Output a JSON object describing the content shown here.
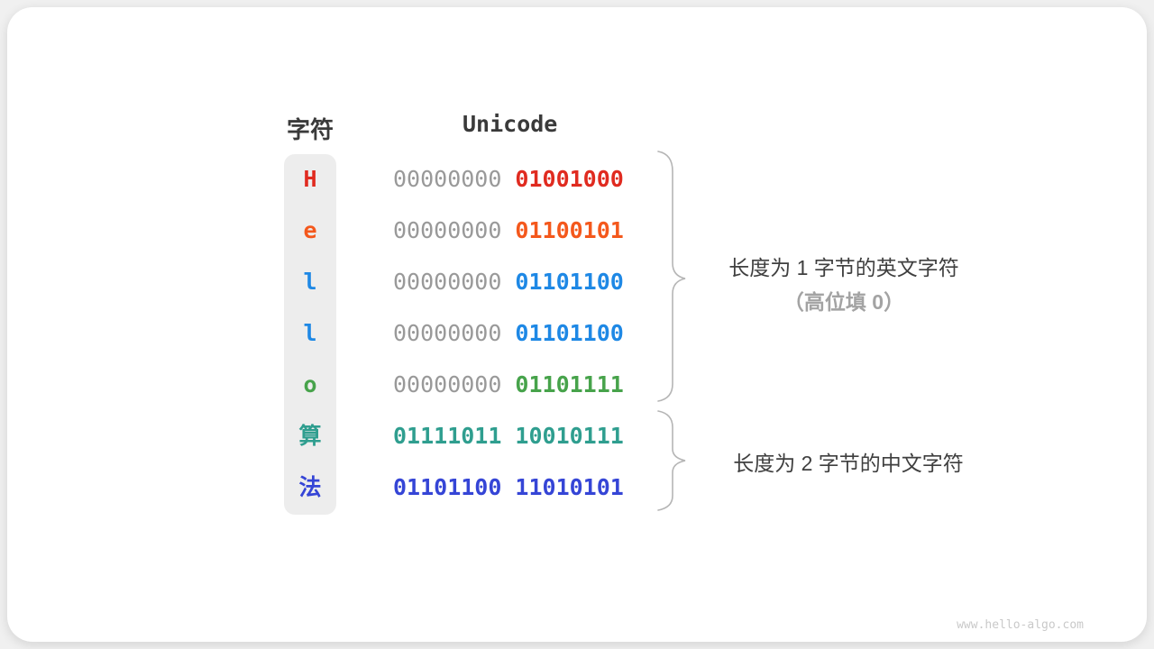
{
  "header": {
    "char_col": "字符",
    "unicode_col": "Unicode"
  },
  "rows": [
    {
      "char": "H",
      "char_color": "#e02b20",
      "byte1": "00000000",
      "byte1_color": "#999999",
      "byte2": "01001000",
      "byte2_color": "#e02b20"
    },
    {
      "char": "e",
      "char_color": "#f4581c",
      "byte1": "00000000",
      "byte1_color": "#999999",
      "byte2": "01100101",
      "byte2_color": "#f4581c"
    },
    {
      "char": "l",
      "char_color": "#1e88e5",
      "byte1": "00000000",
      "byte1_color": "#999999",
      "byte2": "01101100",
      "byte2_color": "#1e88e5"
    },
    {
      "char": "l",
      "char_color": "#1e88e5",
      "byte1": "00000000",
      "byte1_color": "#999999",
      "byte2": "01101100",
      "byte2_color": "#1e88e5"
    },
    {
      "char": "o",
      "char_color": "#47a34b",
      "byte1": "00000000",
      "byte1_color": "#999999",
      "byte2": "01101111",
      "byte2_color": "#47a34b"
    },
    {
      "char": "算",
      "char_color": "#2f9e8f",
      "byte1": "01111011",
      "byte1_color": "#2f9e8f",
      "byte2": "10010111",
      "byte2_color": "#2f9e8f"
    },
    {
      "char": "法",
      "char_color": "#3545d6",
      "byte1": "01101100",
      "byte1_color": "#3545d6",
      "byte2": "11010101",
      "byte2_color": "#3545d6"
    }
  ],
  "annotations": {
    "group1_line1": "长度为 1 字节的英文字符",
    "group1_line2": "（高位填 0）",
    "group2": "长度为 2 字节的中文字符"
  },
  "footer": {
    "site": "www.hello-algo.com"
  },
  "colors": {
    "card_bg": "#ffffff",
    "strip_bg": "#ededed",
    "heading_text": "#3a3a3a",
    "dim_binary": "#999999",
    "brace_stroke": "#b5b5b5",
    "annotation_text": "#3f3f3f",
    "annotation_dim": "#a3a3a3",
    "footer_text": "#c9c9c9"
  }
}
